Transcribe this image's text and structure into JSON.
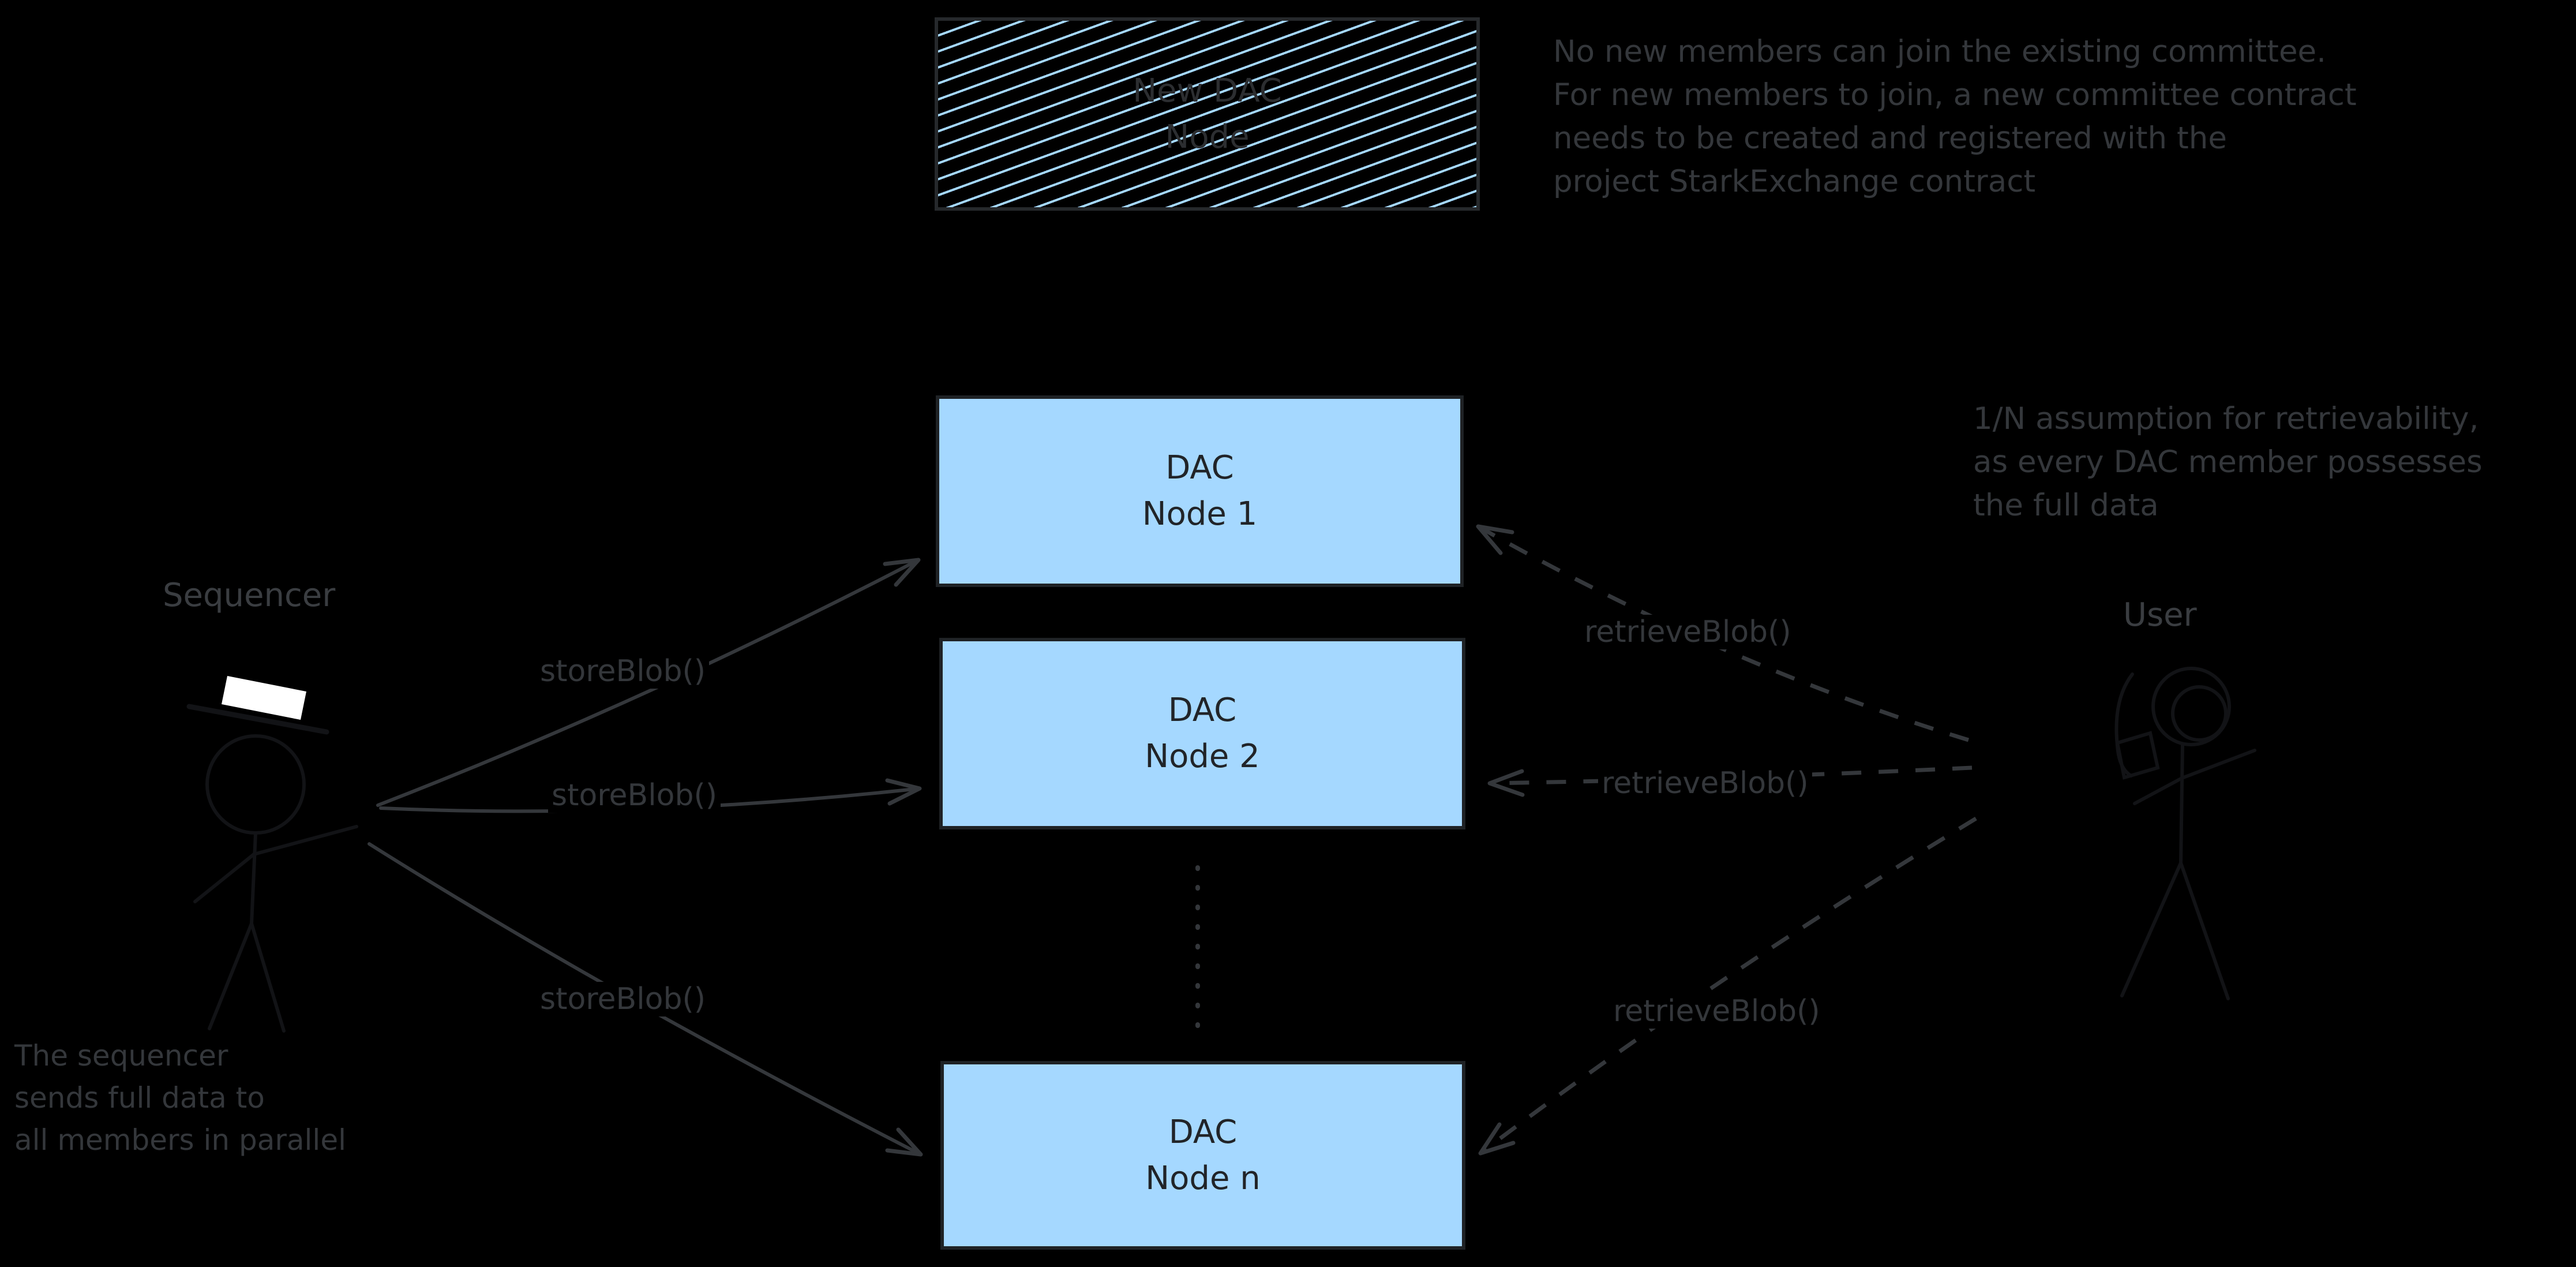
{
  "colors": {
    "background": "#000000",
    "node_fill": "#a5d8ff",
    "node_border": "#1f2225",
    "node_text": "#212428",
    "hatch_line": "#a5d8ff",
    "hatch_text": "#2c2e31",
    "gray": "#34373b",
    "label_gray": "#3a3d41",
    "figure": "#121316",
    "hat": "#ffffff"
  },
  "nodes": {
    "new_dac": {
      "line1": "New DAC",
      "line2": "Node"
    },
    "node1": {
      "line1": "DAC",
      "line2": "Node 1"
    },
    "node2": {
      "line1": "DAC",
      "line2": "Node 2"
    },
    "node_n": {
      "line1": "DAC",
      "line2": "Node n"
    }
  },
  "actors": {
    "sequencer": {
      "label": "Sequencer"
    },
    "user": {
      "label": "User"
    }
  },
  "edges": {
    "store1": "storeBlob()",
    "store2": "storeBlob()",
    "store3": "storeBlob()",
    "retrieve1": "retrieveBlob()",
    "retrieve2": "retrieveBlob()",
    "retrieve3": "retrieveBlob()"
  },
  "annotations": {
    "committee_note": [
      "No new members can join the existing committee.",
      "For new members to join, a new committee contract",
      "needs to be created and registered with the",
      "project StarkExchange contract"
    ],
    "retrievability_note": [
      "1/N assumption for retrievability,",
      "as every DAC member possesses",
      "the full data"
    ],
    "sequencer_note": [
      "The sequencer",
      "sends full data to",
      "all members in parallel"
    ]
  }
}
